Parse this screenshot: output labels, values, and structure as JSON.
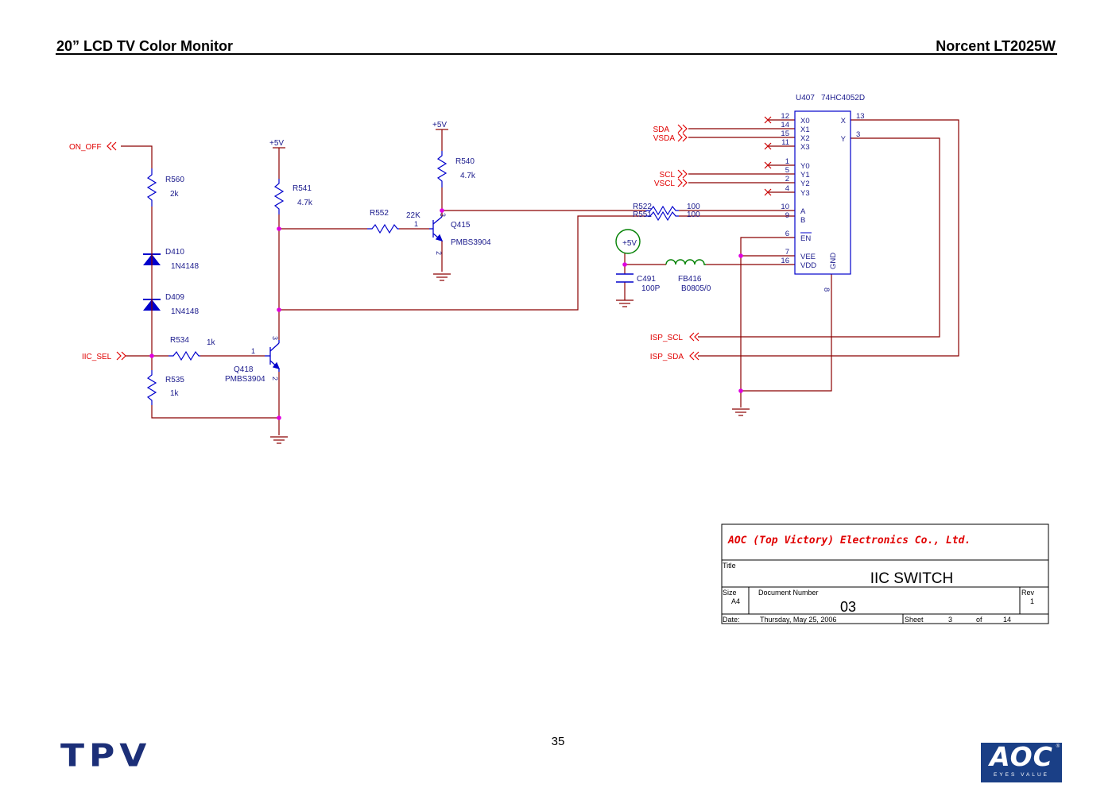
{
  "header": {
    "left": "20” LCD TV Color Monitor",
    "right": "Norcent LT2025W"
  },
  "page_number": "35",
  "logos": {
    "tpv": "TPV",
    "aoc": "AOC",
    "aoc_tagline": "EYES VALUE",
    "aoc_reg": "®"
  },
  "colors": {
    "wire": "#8b0000",
    "net_label": "#e00000",
    "component_text": "#1a1a8c",
    "junction": "#e000e0",
    "symbol": "#0000cc",
    "inductor": "#008000"
  },
  "nets": {
    "on_off": "ON_OFF",
    "iic_sel": "IIC_SEL",
    "sda": "SDA",
    "vsda": "VSDA",
    "scl": "SCL",
    "vscl": "VSCL",
    "isp_scl": "ISP_SCL",
    "isp_sda": "ISP_SDA"
  },
  "power": {
    "vcc_r541": "+5V",
    "vcc_r540": "+5V",
    "vcc_cap": "+5V"
  },
  "components": {
    "r560": {
      "ref": "R560",
      "value": "2k"
    },
    "r541": {
      "ref": "R541",
      "value": "4.7k"
    },
    "r540": {
      "ref": "R540",
      "value": "4.7k"
    },
    "r552": {
      "ref": "R552",
      "value": "22K"
    },
    "r534": {
      "ref": "R534",
      "value": "1k"
    },
    "r535": {
      "ref": "R535",
      "value": "1k"
    },
    "r522": {
      "ref": "R522",
      "value": "100"
    },
    "r551": {
      "ref": "R551",
      "value": "100"
    },
    "d410": {
      "ref": "D410",
      "value": "1N4148"
    },
    "d409": {
      "ref": "D409",
      "value": "1N4148"
    },
    "q415": {
      "ref": "Q415",
      "value": "PMBS3904",
      "pin_b": "1",
      "pin_c": "3",
      "pin_e": "2"
    },
    "q418": {
      "ref": "Q418",
      "value": "PMBS3904",
      "pin_b": "1",
      "pin_c": "3",
      "pin_e": "2"
    },
    "c491": {
      "ref": "C491",
      "value": "100P"
    },
    "fb416": {
      "ref": "FB416",
      "value": "B0805/0"
    },
    "u407": {
      "ref": "U407",
      "value": "74HC4052D",
      "pins_left": [
        {
          "num": "12",
          "name": "X0"
        },
        {
          "num": "14",
          "name": "X1"
        },
        {
          "num": "15",
          "name": "X2"
        },
        {
          "num": "11",
          "name": "X3"
        },
        {
          "num": "1",
          "name": "Y0"
        },
        {
          "num": "5",
          "name": "Y1"
        },
        {
          "num": "2",
          "name": "Y2"
        },
        {
          "num": "4",
          "name": "Y3"
        },
        {
          "num": "10",
          "name": "A"
        },
        {
          "num": "9",
          "name": "B"
        },
        {
          "num": "6",
          "name": "EN"
        },
        {
          "num": "7",
          "name": "VEE"
        },
        {
          "num": "16",
          "name": "VDD"
        }
      ],
      "pins_right": [
        {
          "num": "13",
          "name": "X"
        },
        {
          "num": "3",
          "name": "Y"
        }
      ],
      "pin_gnd": {
        "num": "8",
        "name": "GND"
      }
    }
  },
  "title_block": {
    "company": "AOC (Top Victory) Electronics Co., Ltd.",
    "title_label": "Title",
    "title": "IIC SWITCH",
    "size_label": "Size",
    "size": "A4",
    "doc_label": "Document Number",
    "doc_number": "03",
    "rev_label": "Rev",
    "rev": "1",
    "date_label": "Date:",
    "date": "Thursday, May 25, 2006",
    "sheet_label": "Sheet",
    "sheet": "3",
    "of_label": "of",
    "total": "14"
  }
}
